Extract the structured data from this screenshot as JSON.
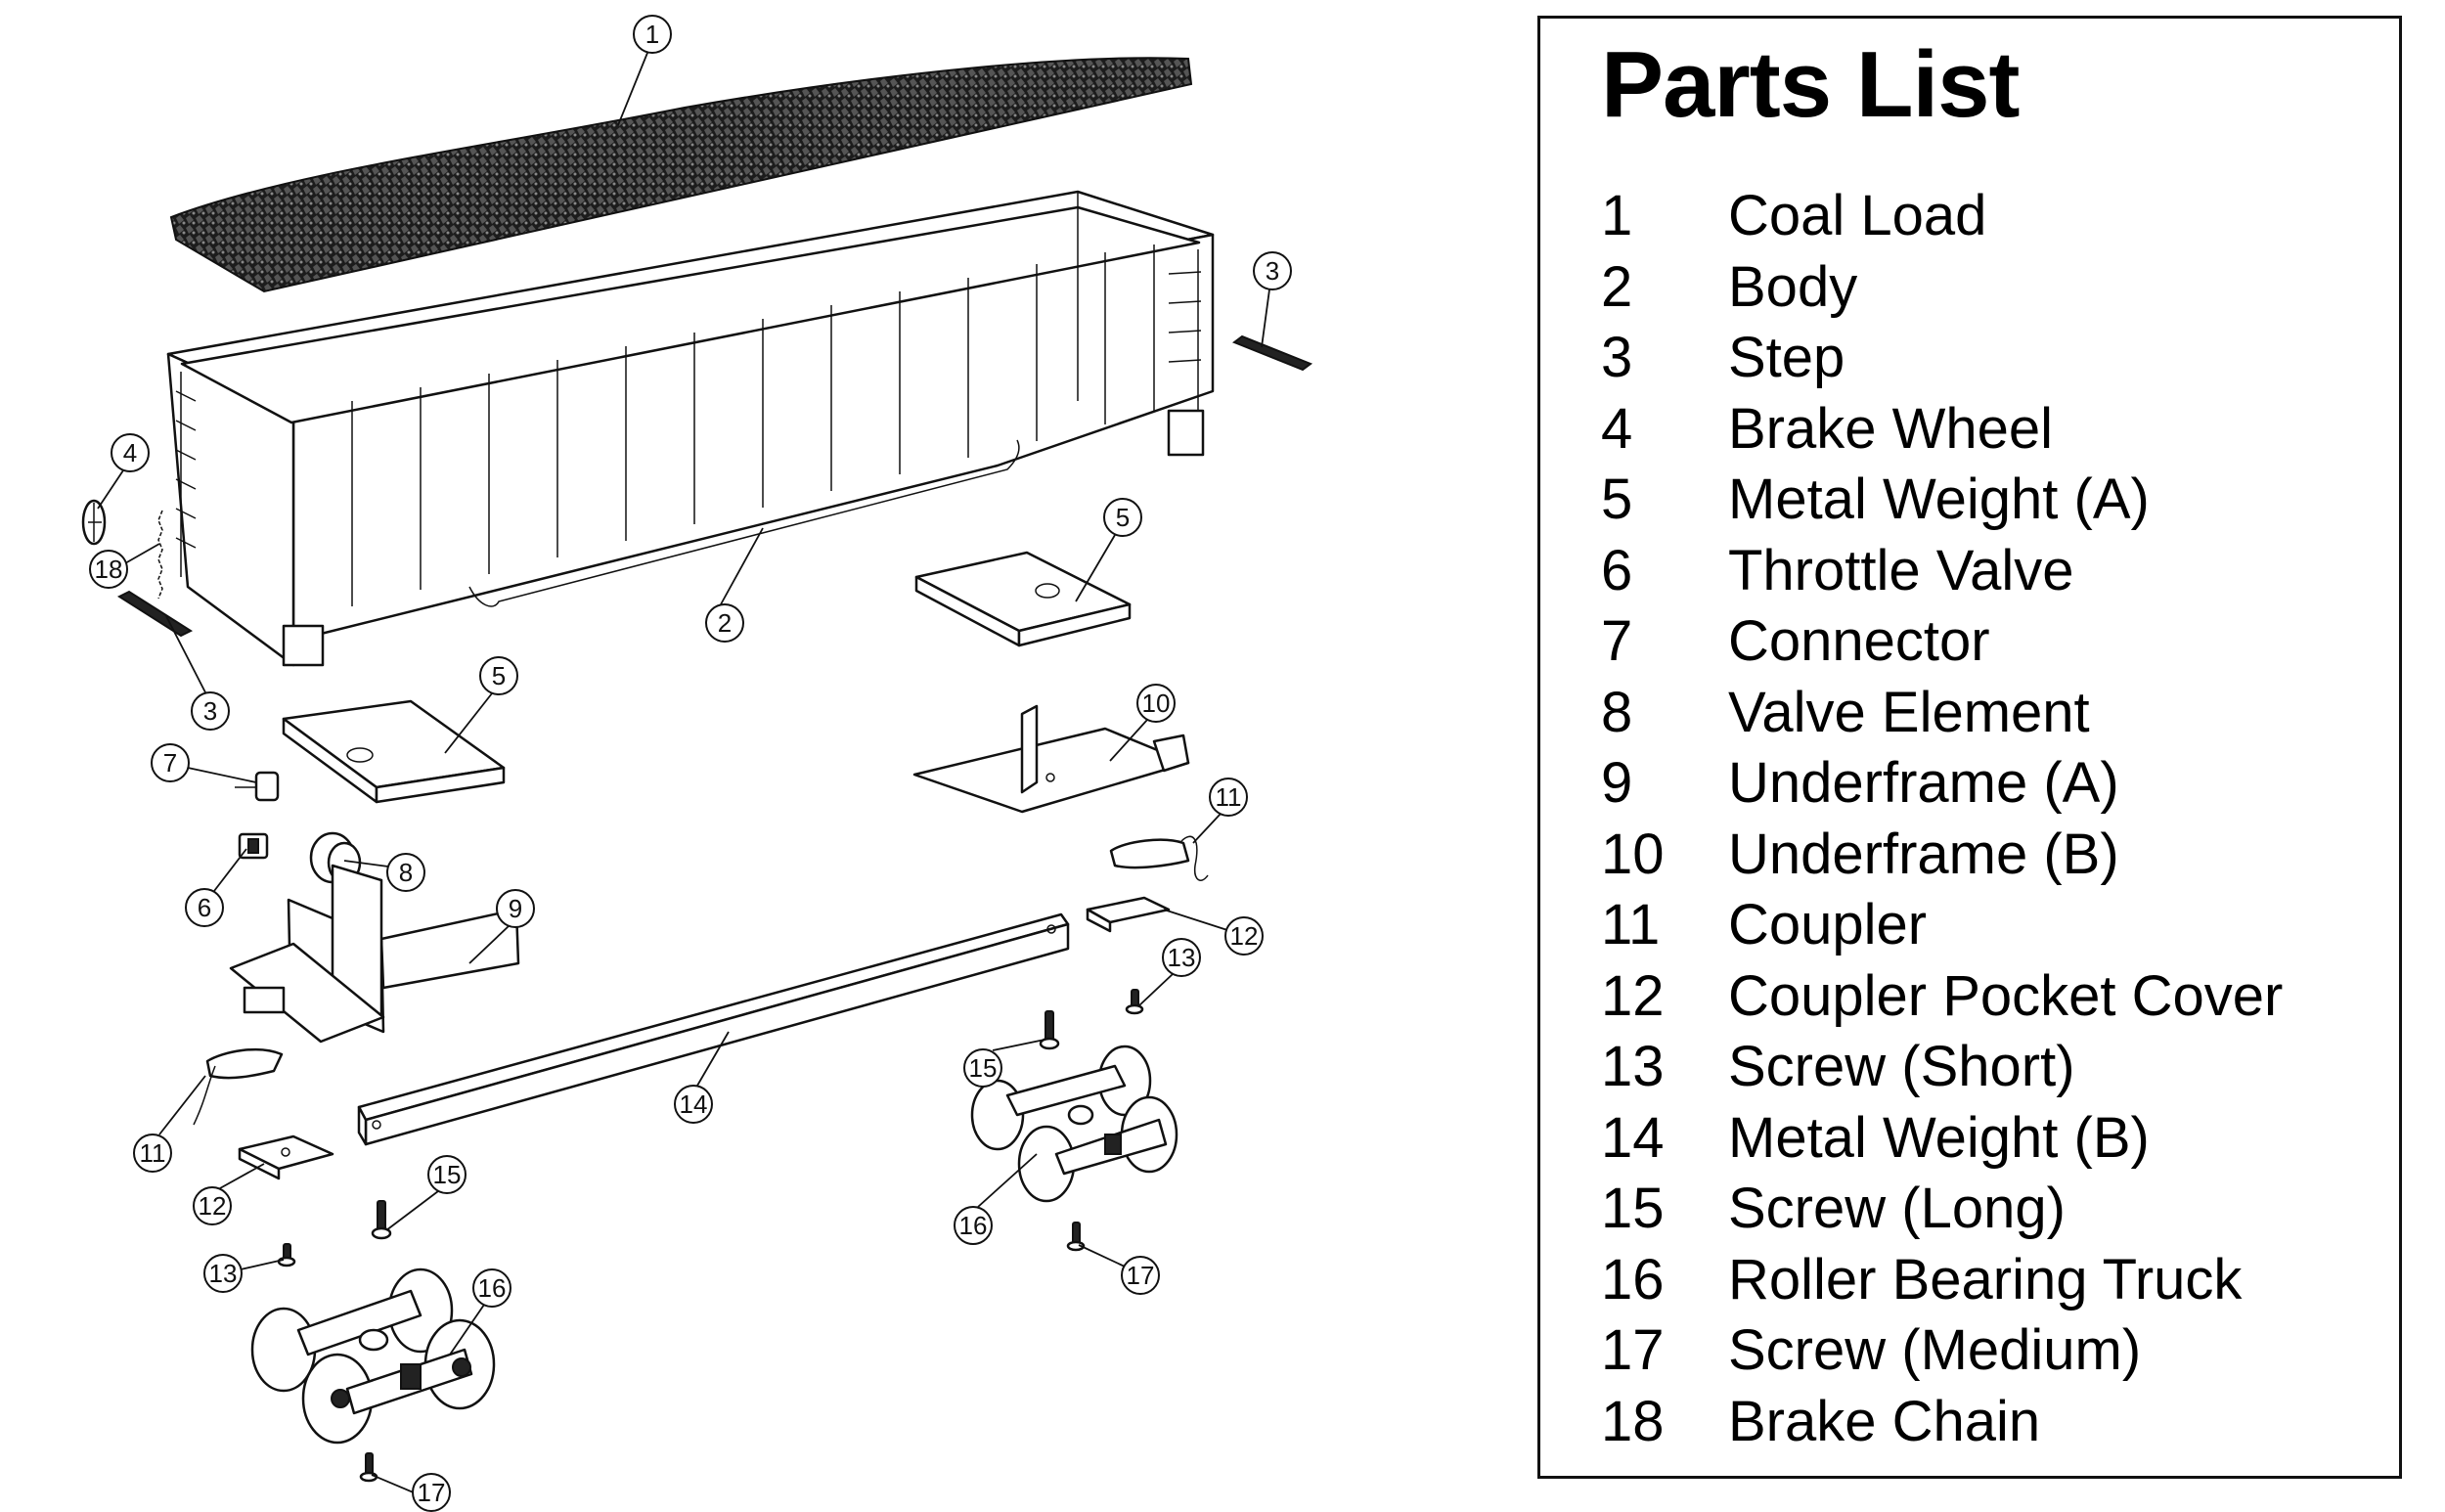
{
  "parts_list": {
    "title": "Parts List",
    "items": [
      {
        "number": "1",
        "name": "Coal Load"
      },
      {
        "number": "2",
        "name": "Body"
      },
      {
        "number": "3",
        "name": "Step"
      },
      {
        "number": "4",
        "name": "Brake Wheel"
      },
      {
        "number": "5",
        "name": "Metal Weight (A)"
      },
      {
        "number": "6",
        "name": "Throttle Valve"
      },
      {
        "number": "7",
        "name": "Connector"
      },
      {
        "number": "8",
        "name": "Valve Element"
      },
      {
        "number": "9",
        "name": "Underframe (A)"
      },
      {
        "number": "10",
        "name": "Underframe (B)"
      },
      {
        "number": "11",
        "name": "Coupler"
      },
      {
        "number": "12",
        "name": "Coupler Pocket Cover"
      },
      {
        "number": "13",
        "name": "Screw (Short)"
      },
      {
        "number": "14",
        "name": "Metal Weight (B)"
      },
      {
        "number": "15",
        "name": "Screw (Long)"
      },
      {
        "number": "16",
        "name": "Roller Bearing Truck"
      },
      {
        "number": "17",
        "name": "Screw (Medium)"
      },
      {
        "number": "18",
        "name": "Brake Chain"
      }
    ]
  },
  "diagram": {
    "callouts": {
      "coal_load": "1",
      "body": "2",
      "step_right": "3",
      "step_left": "3",
      "brake_wheel": "4",
      "metal_weight_a_right": "5",
      "metal_weight_a_left": "5",
      "throttle_valve": "6",
      "connector": "7",
      "valve_element": "8",
      "underframe_a": "9",
      "underframe_b": "10",
      "coupler_right": "11",
      "coupler_left": "11",
      "pocket_cover_right": "12",
      "pocket_cover_left": "12",
      "screw_short_right": "13",
      "screw_short_left": "13",
      "metal_weight_b": "14",
      "screw_long_right": "15",
      "screw_long_left": "15",
      "truck_left": "16",
      "truck_right": "16",
      "screw_medium_right": "17",
      "screw_medium_left": "17",
      "brake_chain": "18"
    }
  }
}
